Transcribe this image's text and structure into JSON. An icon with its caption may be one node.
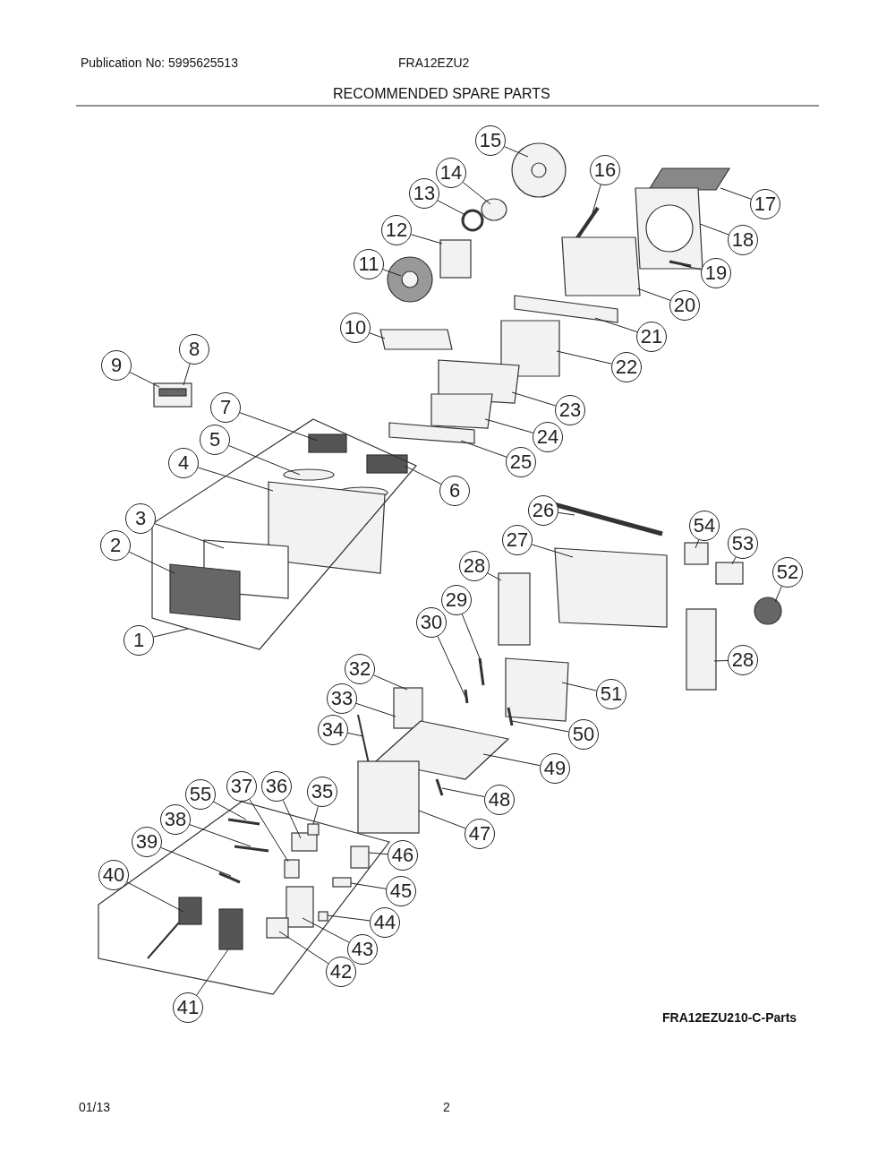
{
  "diagram": {
    "title": "RECOMMENDED SPARE PARTS",
    "nodes": [
      {
        "text": [
          "15"
        ]
      },
      {
        "text": [
          "14"
        ]
      },
      {
        "text": [
          "13"
        ]
      },
      {
        "text": [
          "16"
        ]
      },
      {
        "text": [
          "12"
        ]
      },
      {
        "text": [
          "17"
        ]
      },
      {
        "text": [
          "18"
        ]
      },
      {
        "text": [
          "11"
        ]
      },
      {
        "text": [
          "19"
        ]
      },
      {
        "text": [
          "20"
        ]
      },
      {
        "text": [
          "10"
        ]
      },
      {
        "text": [
          "21"
        ]
      },
      {
        "text": [
          "8"
        ]
      },
      {
        "text": [
          "9"
        ]
      },
      {
        "text": [
          "22"
        ]
      },
      {
        "text": [
          "23"
        ]
      },
      {
        "text": [
          "7"
        ]
      },
      {
        "text": [
          "5"
        ]
      },
      {
        "text": [
          "24"
        ]
      },
      {
        "text": [
          "4"
        ]
      },
      {
        "text": [
          "25"
        ]
      },
      {
        "text": [
          "6"
        ]
      },
      {
        "text": [
          "26"
        ]
      },
      {
        "text": [
          "3"
        ]
      },
      {
        "text": [
          "54"
        ]
      },
      {
        "text": [
          "27"
        ]
      },
      {
        "text": [
          "2"
        ]
      },
      {
        "text": [
          "53"
        ]
      },
      {
        "text": [
          "28"
        ]
      },
      {
        "text": [
          "52"
        ]
      },
      {
        "text": [
          "29"
        ]
      },
      {
        "text": [
          "30"
        ]
      },
      {
        "text": [
          "1"
        ]
      },
      {
        "text": [
          "28"
        ]
      },
      {
        "text": [
          "32"
        ]
      },
      {
        "text": [
          "51"
        ]
      },
      {
        "text": [
          "33"
        ]
      },
      {
        "text": [
          "34"
        ]
      },
      {
        "text": [
          "50"
        ]
      },
      {
        "text": [
          "49"
        ]
      },
      {
        "text": [
          "55"
        ]
      },
      {
        "text": [
          "37"
        ]
      },
      {
        "text": [
          "36"
        ]
      },
      {
        "text": [
          "35"
        ]
      },
      {
        "text": [
          "48"
        ]
      },
      {
        "text": [
          "38"
        ]
      },
      {
        "text": [
          "47"
        ]
      },
      {
        "text": [
          "39"
        ]
      },
      {
        "text": [
          "46"
        ]
      },
      {
        "text": [
          "40"
        ]
      },
      {
        "text": [
          "45"
        ]
      },
      {
        "text": [
          "44"
        ]
      },
      {
        "text": [
          "43"
        ]
      },
      {
        "text": [
          "42"
        ]
      },
      {
        "text": [
          "41"
        ]
      }
    ],
    "edges": [
      {
        "from": 0,
        "to": null,
        "arrow": "none"
      },
      {
        "from": 1,
        "to": null,
        "arrow": "none"
      },
      {
        "from": 2,
        "to": null,
        "arrow": "none"
      },
      {
        "from": 3,
        "to": null,
        "arrow": "none"
      },
      {
        "from": 4,
        "to": null,
        "arrow": "none"
      },
      {
        "from": 5,
        "to": null,
        "arrow": "none"
      },
      {
        "from": 6,
        "to": null,
        "arrow": "none"
      },
      {
        "from": 7,
        "to": null,
        "arrow": "none"
      },
      {
        "from": 8,
        "to": null,
        "arrow": "none"
      },
      {
        "from": 9,
        "to": null,
        "arrow": "none"
      },
      {
        "from": 10,
        "to": null,
        "arrow": "none"
      },
      {
        "from": 11,
        "to": null,
        "arrow": "none"
      },
      {
        "from": 12,
        "to": null,
        "arrow": "none"
      },
      {
        "from": 13,
        "to": null,
        "arrow": "none"
      },
      {
        "from": 14,
        "to": null,
        "arrow": "none"
      },
      {
        "from": 15,
        "to": null,
        "arrow": "none"
      },
      {
        "from": 16,
        "to": null,
        "arrow": "none"
      },
      {
        "from": 17,
        "to": null,
        "arrow": "none"
      },
      {
        "from": 18,
        "to": null,
        "arrow": "none"
      },
      {
        "from": 19,
        "to": null,
        "arrow": "none"
      },
      {
        "from": 20,
        "to": null,
        "arrow": "none"
      },
      {
        "from": 21,
        "to": null,
        "arrow": "none"
      },
      {
        "from": 22,
        "to": null,
        "arrow": "none"
      },
      {
        "from": 23,
        "to": null,
        "arrow": "none"
      },
      {
        "from": 24,
        "to": null,
        "arrow": "none"
      },
      {
        "from": 25,
        "to": null,
        "arrow": "none"
      },
      {
        "from": 26,
        "to": null,
        "arrow": "none"
      },
      {
        "from": 27,
        "to": null,
        "arrow": "none"
      },
      {
        "from": 28,
        "to": null,
        "arrow": "none"
      },
      {
        "from": 29,
        "to": null,
        "arrow": "none"
      },
      {
        "from": 30,
        "to": null,
        "arrow": "none"
      },
      {
        "from": 31,
        "to": null,
        "arrow": "none"
      },
      {
        "from": 32,
        "to": null,
        "arrow": "none"
      },
      {
        "from": 33,
        "to": null,
        "arrow": "none"
      },
      {
        "from": 34,
        "to": null,
        "arrow": "none"
      },
      {
        "from": 35,
        "to": null,
        "arrow": "none"
      },
      {
        "from": 36,
        "to": null,
        "arrow": "none"
      },
      {
        "from": 37,
        "to": null,
        "arrow": "none"
      },
      {
        "from": 38,
        "to": null,
        "arrow": "none"
      },
      {
        "from": 39,
        "to": null,
        "arrow": "none"
      },
      {
        "from": 40,
        "to": null,
        "arrow": "none"
      },
      {
        "from": 41,
        "to": null,
        "arrow": "none"
      },
      {
        "from": 42,
        "to": null,
        "arrow": "none"
      },
      {
        "from": 43,
        "to": null,
        "arrow": "none"
      },
      {
        "from": 44,
        "to": null,
        "arrow": "none"
      },
      {
        "from": 45,
        "to": null,
        "arrow": "none"
      },
      {
        "from": 46,
        "to": null,
        "arrow": "none"
      },
      {
        "from": 47,
        "to": null,
        "arrow": "none"
      },
      {
        "from": 48,
        "to": null,
        "arrow": "none"
      },
      {
        "from": 49,
        "to": null,
        "arrow": "none"
      },
      {
        "from": 50,
        "to": null,
        "arrow": "none"
      },
      {
        "from": 51,
        "to": null,
        "arrow": "none"
      },
      {
        "from": 52,
        "to": null,
        "arrow": "none"
      },
      {
        "from": 53,
        "to": null,
        "arrow": "none"
      },
      {
        "from": 54,
        "to": null,
        "arrow": "none"
      }
    ],
    "labels": [
      "Publication No: 5995625513",
      "FRA12EZU2",
      "FRA12EZU210-C-Parts",
      "01/13",
      "2"
    ]
  }
}
